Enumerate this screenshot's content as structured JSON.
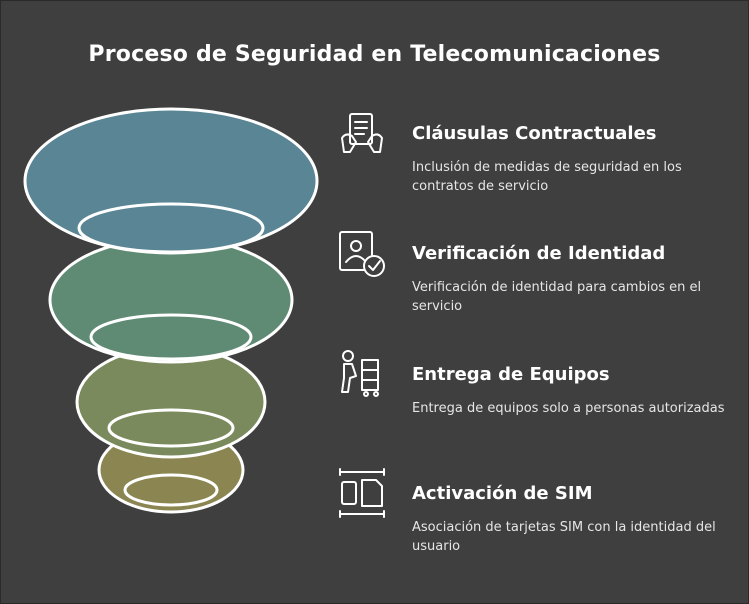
{
  "title": "Proceso de Seguridad en Telecomunicaciones",
  "colors": {
    "background": "#3f3f3f",
    "layer1": "#5a8595",
    "layer2": "#5f8a73",
    "layer3": "#7a8a5c",
    "layer4": "#8a8551"
  },
  "steps": [
    {
      "title": "Cláusulas Contractuales",
      "description": "Inclusión de medidas de seguridad en los contratos de servicio",
      "icon": "contract-document-icon"
    },
    {
      "title": "Verificación de Identidad",
      "description": "Verificación de identidad para cambios en el servicio",
      "icon": "identity-check-icon"
    },
    {
      "title": "Entrega de Equipos",
      "description": "Entrega de equipos solo a personas autorizadas",
      "icon": "equipment-delivery-icon"
    },
    {
      "title": "Activación de SIM",
      "description": "Asociación de tarjetas SIM con la identidad del usuario",
      "icon": "sim-card-icon"
    }
  ]
}
